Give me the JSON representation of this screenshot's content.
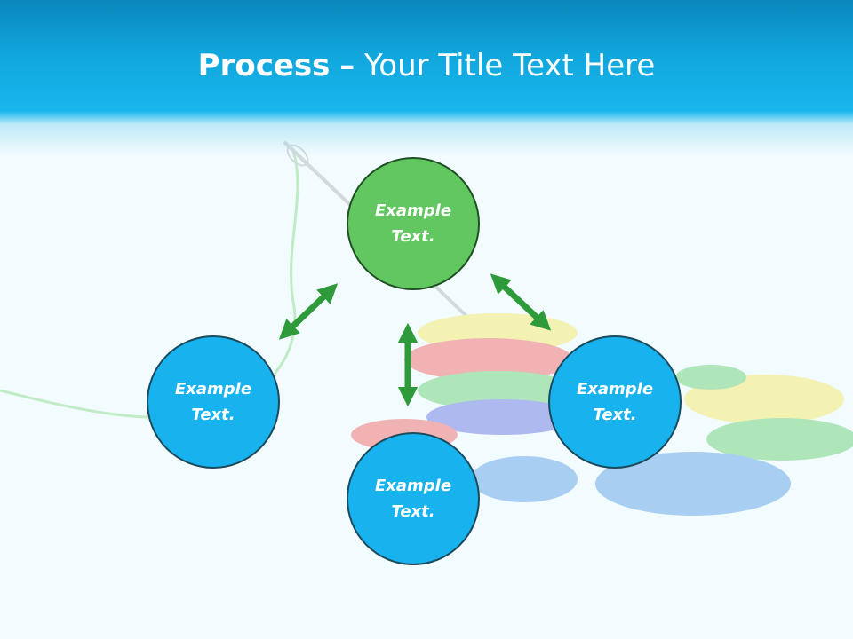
{
  "title": {
    "bold": "Process",
    "dash": "–",
    "rest": "Your Title Text Here"
  },
  "nodes": {
    "top": "Example Text.",
    "left": "Example Text.",
    "right": "Example Text.",
    "bottom": "Example Text."
  },
  "colors": {
    "header": "#12a8e0",
    "node_green": "#62c760",
    "node_blue": "#18b3ee",
    "arrow": "#2e9a3a"
  }
}
